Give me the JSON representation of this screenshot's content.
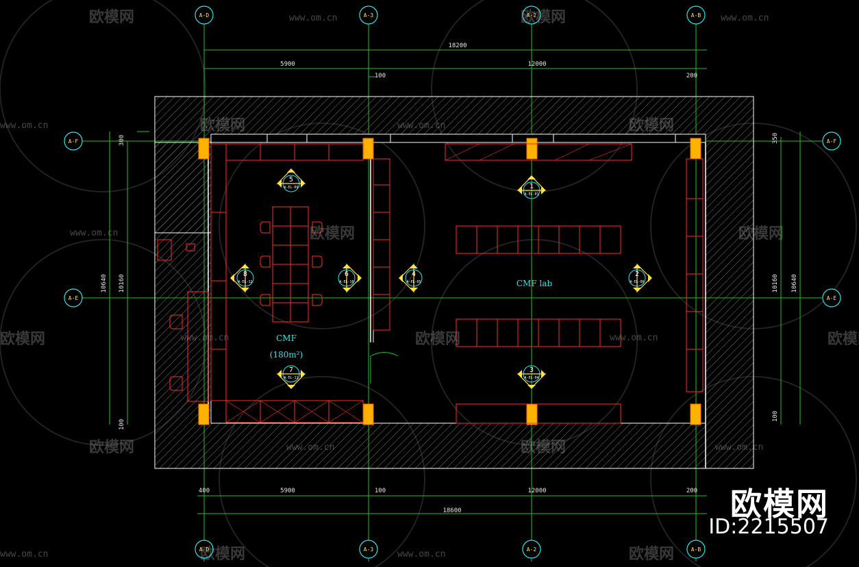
{
  "grid": {
    "top": [
      "A-D",
      "A-3",
      "A-2",
      "A-B"
    ],
    "bottom": [
      "A-D",
      "A-3",
      "A-2",
      "A-B"
    ],
    "left": [
      "A-F",
      "A-E"
    ],
    "right": [
      "A-F",
      "A-E"
    ]
  },
  "dimensions": {
    "top_total": "18200",
    "top_left": "5900",
    "top_gap": "100",
    "top_right": "12000",
    "top_end": "200",
    "bottom_start": "400",
    "bottom_left": "5900",
    "bottom_gap": "100",
    "bottom_right": "12000",
    "bottom_end": "200",
    "bottom_total": "18600",
    "left_top": "300",
    "left_total": "10640",
    "left_inner": "10160",
    "left_bottom": "100",
    "right_top": "350",
    "right_inner": "10160",
    "right_total": "10640",
    "right_bottom": "100"
  },
  "rooms": {
    "cmf_name": "CMF",
    "cmf_area": "(180m²)",
    "lab_name": "CMF lab"
  },
  "elevation_marks": [
    {
      "num": "5",
      "ref": "A-EL-09"
    },
    {
      "num": "1",
      "ref": "A-EL-01"
    },
    {
      "num": "8",
      "ref": "A-EL-12"
    },
    {
      "num": "6",
      "ref": "A-EL-10"
    },
    {
      "num": "4",
      "ref": "A-EL-05"
    },
    {
      "num": "2",
      "ref": "A-EL-06"
    },
    {
      "num": "7",
      "ref": "A-EL-11"
    },
    {
      "num": "3",
      "ref": "A-EL-04"
    }
  ],
  "watermark": {
    "text": "欧模网",
    "url": "www.om.cn"
  },
  "brand": {
    "name": "欧模网",
    "id": "ID:2215507"
  },
  "colors": {
    "background": "#000000",
    "wall": "#ffffff",
    "hatch": "#8a8a8a",
    "furniture": "#ff2a2a",
    "column": "#ffb300",
    "dimension_line": "#21c421",
    "grid_bubble": "#2ee6e6",
    "marker": "#ffe24a",
    "room_text": "#2ee6e6"
  }
}
